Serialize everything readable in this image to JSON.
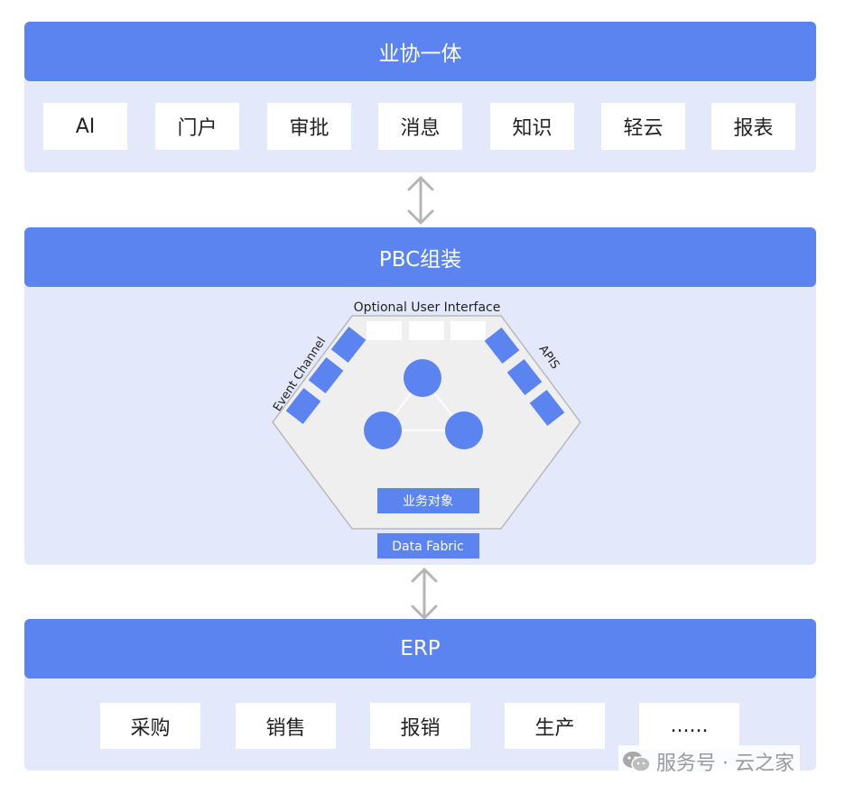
{
  "top": {
    "title": "业协一体",
    "items": [
      "AI",
      "门户",
      "审批",
      "消息",
      "知识",
      "轻云",
      "报表"
    ]
  },
  "middle": {
    "title": "PBC组装",
    "pbc": {
      "optional_ui_label": "Optional User Interface",
      "event_channel_label": "Event Channel",
      "apis_label": "APIS",
      "business_object_label": "业务对象",
      "data_fabric_label": "Data Fabric"
    }
  },
  "bottom": {
    "title": "ERP",
    "items": [
      "采购",
      "销售",
      "报销",
      "生产",
      "......"
    ]
  },
  "watermark": {
    "text": "服务号 · 云之家"
  },
  "colors": {
    "band": "#5b84f0",
    "section_bg": "#e3e9fb",
    "hexagon_fill": "#efefef",
    "hexagon_stroke": "#b9b9b9",
    "arrow": "#b5b5b5"
  }
}
